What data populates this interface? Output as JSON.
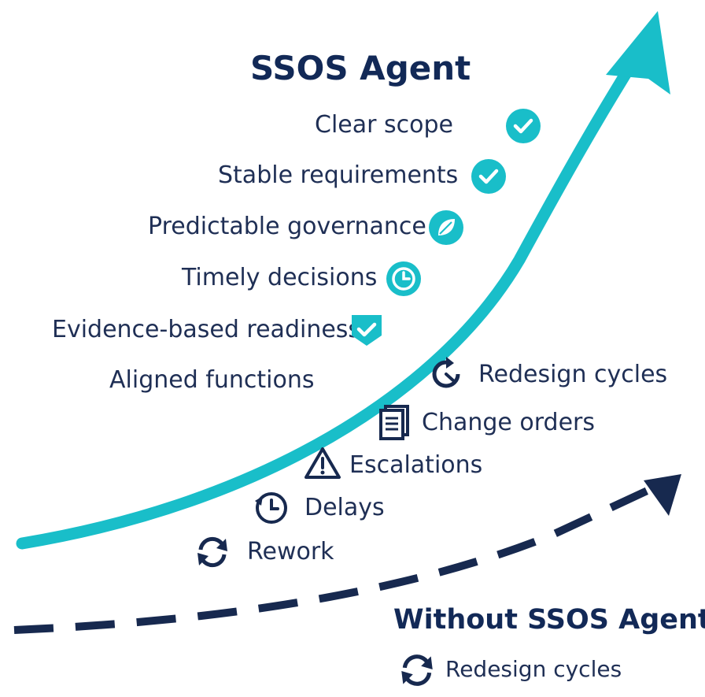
{
  "colors": {
    "teal": "#19bec9",
    "navy": "#17294f",
    "text": "#1f2f55"
  },
  "with_agent": {
    "title": "SSOS Agent",
    "benefits": [
      {
        "label": "Clear scope",
        "icon": "check-circle-icon"
      },
      {
        "label": "Stable requirements",
        "icon": "check-circle-icon"
      },
      {
        "label": "Predictable governance",
        "icon": "leaf-icon"
      },
      {
        "label": "Timely decisions",
        "icon": "clock-icon"
      },
      {
        "label": "Evidence-based readiness",
        "icon": "shield-check-icon"
      },
      {
        "label": "Aligned functions",
        "icon": ""
      }
    ]
  },
  "problems": [
    {
      "label": "Redesign cycles",
      "icon": "redesign-cycle-icon"
    },
    {
      "label": "Change orders",
      "icon": "document-icon"
    },
    {
      "label": "Escalations",
      "icon": "warning-icon"
    },
    {
      "label": "Delays",
      "icon": "clock-icon"
    },
    {
      "label": "Rework",
      "icon": "refresh-icon"
    }
  ],
  "without_agent": {
    "title": "Without SSOS Agent",
    "item": {
      "label": "Redesign cycles",
      "icon": "refresh-icon"
    }
  }
}
